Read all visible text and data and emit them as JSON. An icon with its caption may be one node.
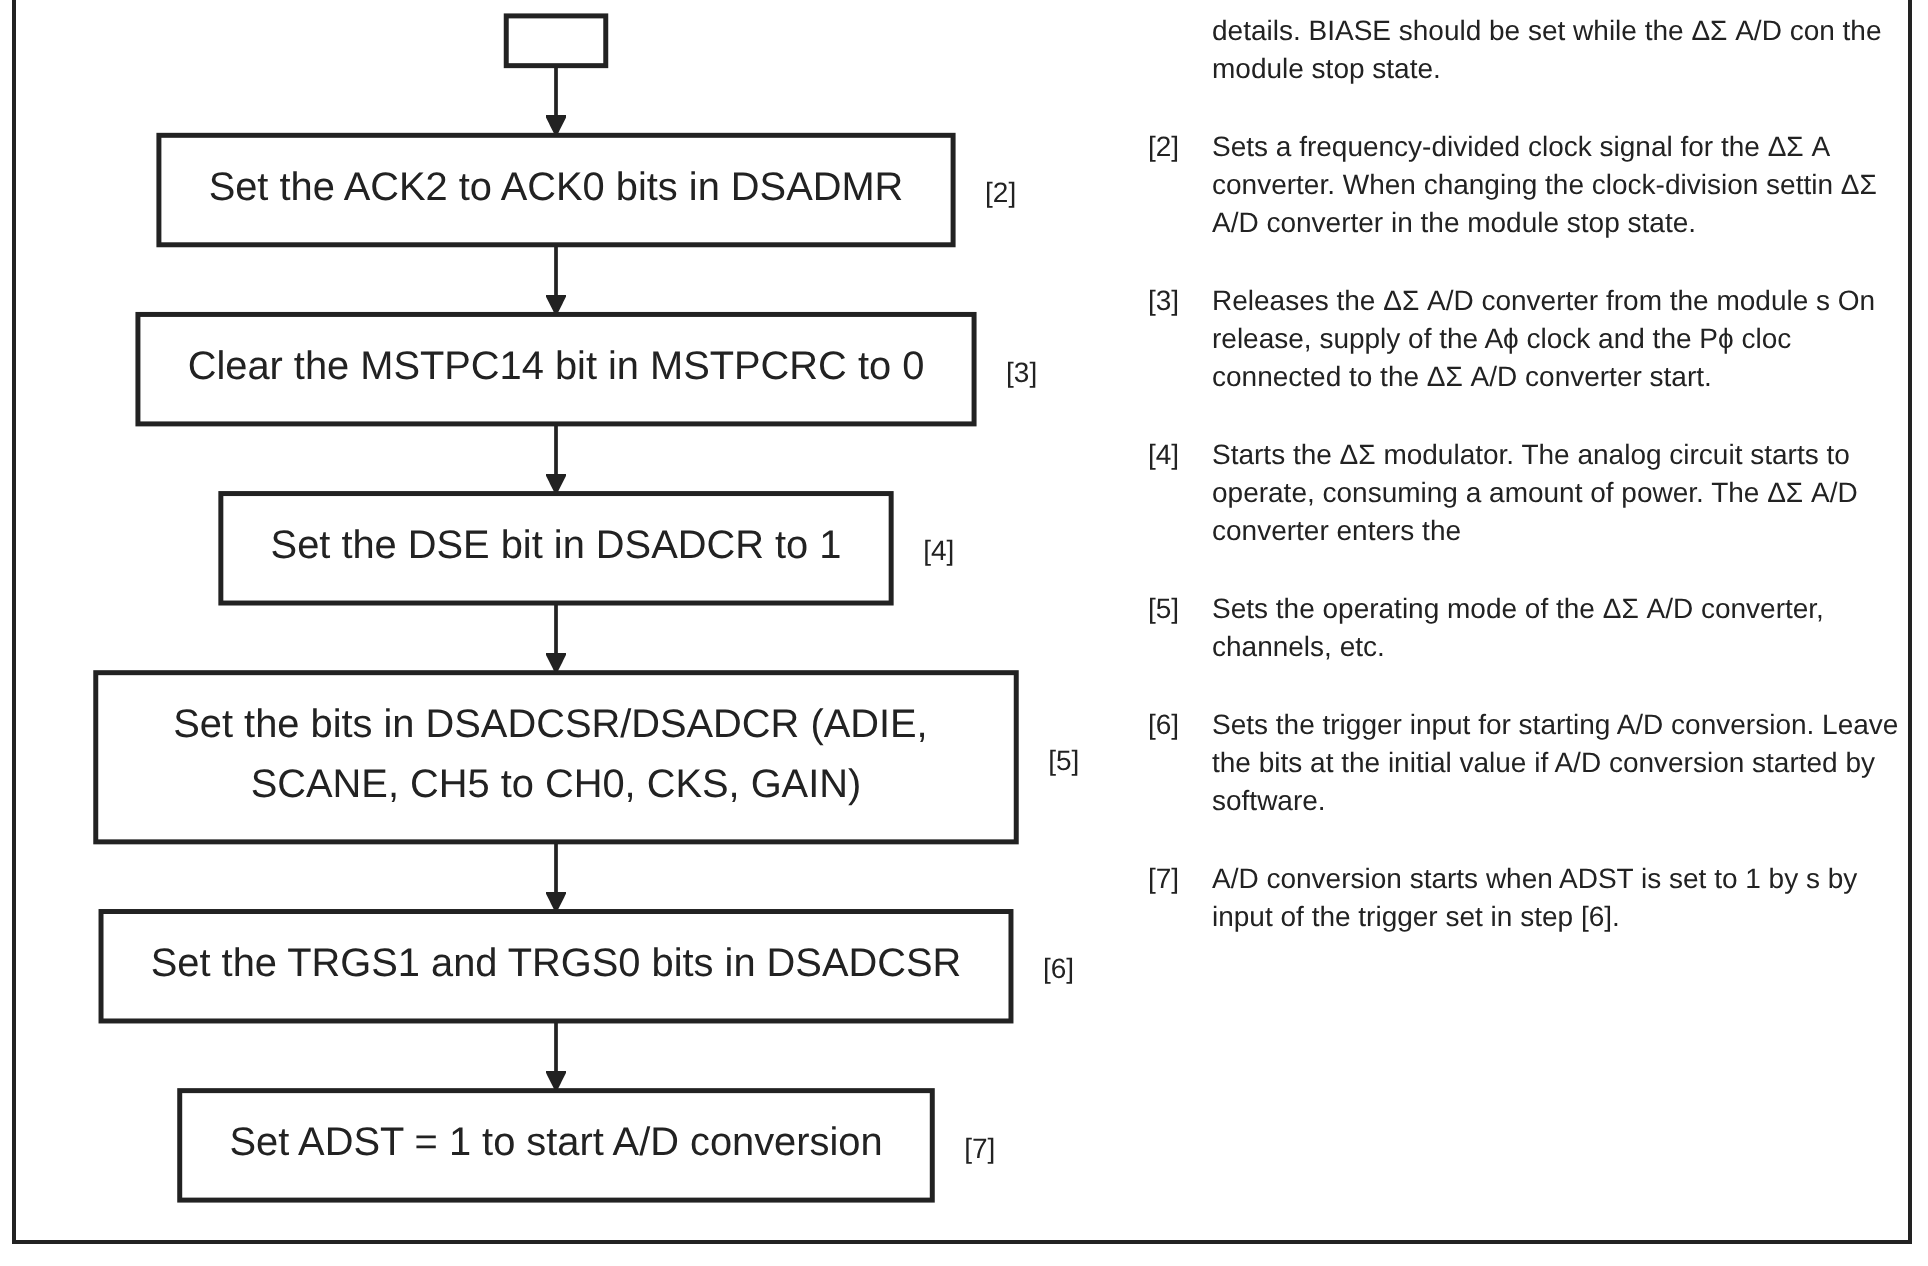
{
  "diagram": {
    "nodes": [
      {
        "text": [],
        "shape": "box"
      },
      {
        "text": [
          "Set the ACK2 to ACK0 bits in DSADMR"
        ],
        "beside": [
          "[2]"
        ]
      },
      {
        "text": [
          "Clear the MSTPC14 bit in MSTPCRC to 0"
        ],
        "beside": [
          "[3]"
        ]
      },
      {
        "text": [
          "Set the DSE bit in DSADCR to 1"
        ],
        "beside": [
          "[4]"
        ]
      },
      {
        "text": [
          "Set the bits in DSADCSR/DSADCR (ADIE, SCANE, CH5 to CH0, CKS, GAIN)"
        ],
        "beside": [
          "[5]"
        ]
      },
      {
        "text": [
          "Set the TRGS1 and TRGS0 bits in DSADCSR"
        ],
        "beside": [
          "[6]"
        ]
      },
      {
        "text": [
          "Set ADST = 1 to start A/D conversion"
        ],
        "beside": [
          "[7]"
        ]
      }
    ],
    "edges": [
      {
        "from": 0,
        "to": 1,
        "arrow": "to"
      },
      {
        "from": 1,
        "to": 2,
        "arrow": "to"
      },
      {
        "from": 2,
        "to": 3,
        "arrow": "to"
      },
      {
        "from": 3,
        "to": 4,
        "arrow": "to"
      },
      {
        "from": 4,
        "to": 5,
        "arrow": "to"
      },
      {
        "from": 5,
        "to": 6,
        "arrow": "to"
      }
    ],
    "labels": [
      "details. BIASE should be set while the ΔΣ A/D con the module stop state.",
      "[2]",
      "Sets a frequency-divided clock signal for the ΔΣ A converter. When changing the clock-division settin ΔΣ A/D converter in the module stop state.",
      "[3]",
      "Releases the ΔΣ A/D converter from the module s On release, supply of the Aϕ clock and the Pϕ cloc connected to the ΔΣ A/D converter start.",
      "[4]",
      "Starts the ΔΣ modulator. The analog circuit starts to operate, consuming a amount of power. The ΔΣ A/D converter enters the",
      "[5]",
      "Sets the operating mode of the ΔΣ A/D converter, channels, etc.",
      "[6]",
      "Sets the trigger input for starting A/D conversion. Leave the bits at the initial value if A/D conversion started by software.",
      "[7]",
      "A/D conversion starts when ADST is set to 1 by s by input of the trigger set in step [6]."
    ]
  }
}
